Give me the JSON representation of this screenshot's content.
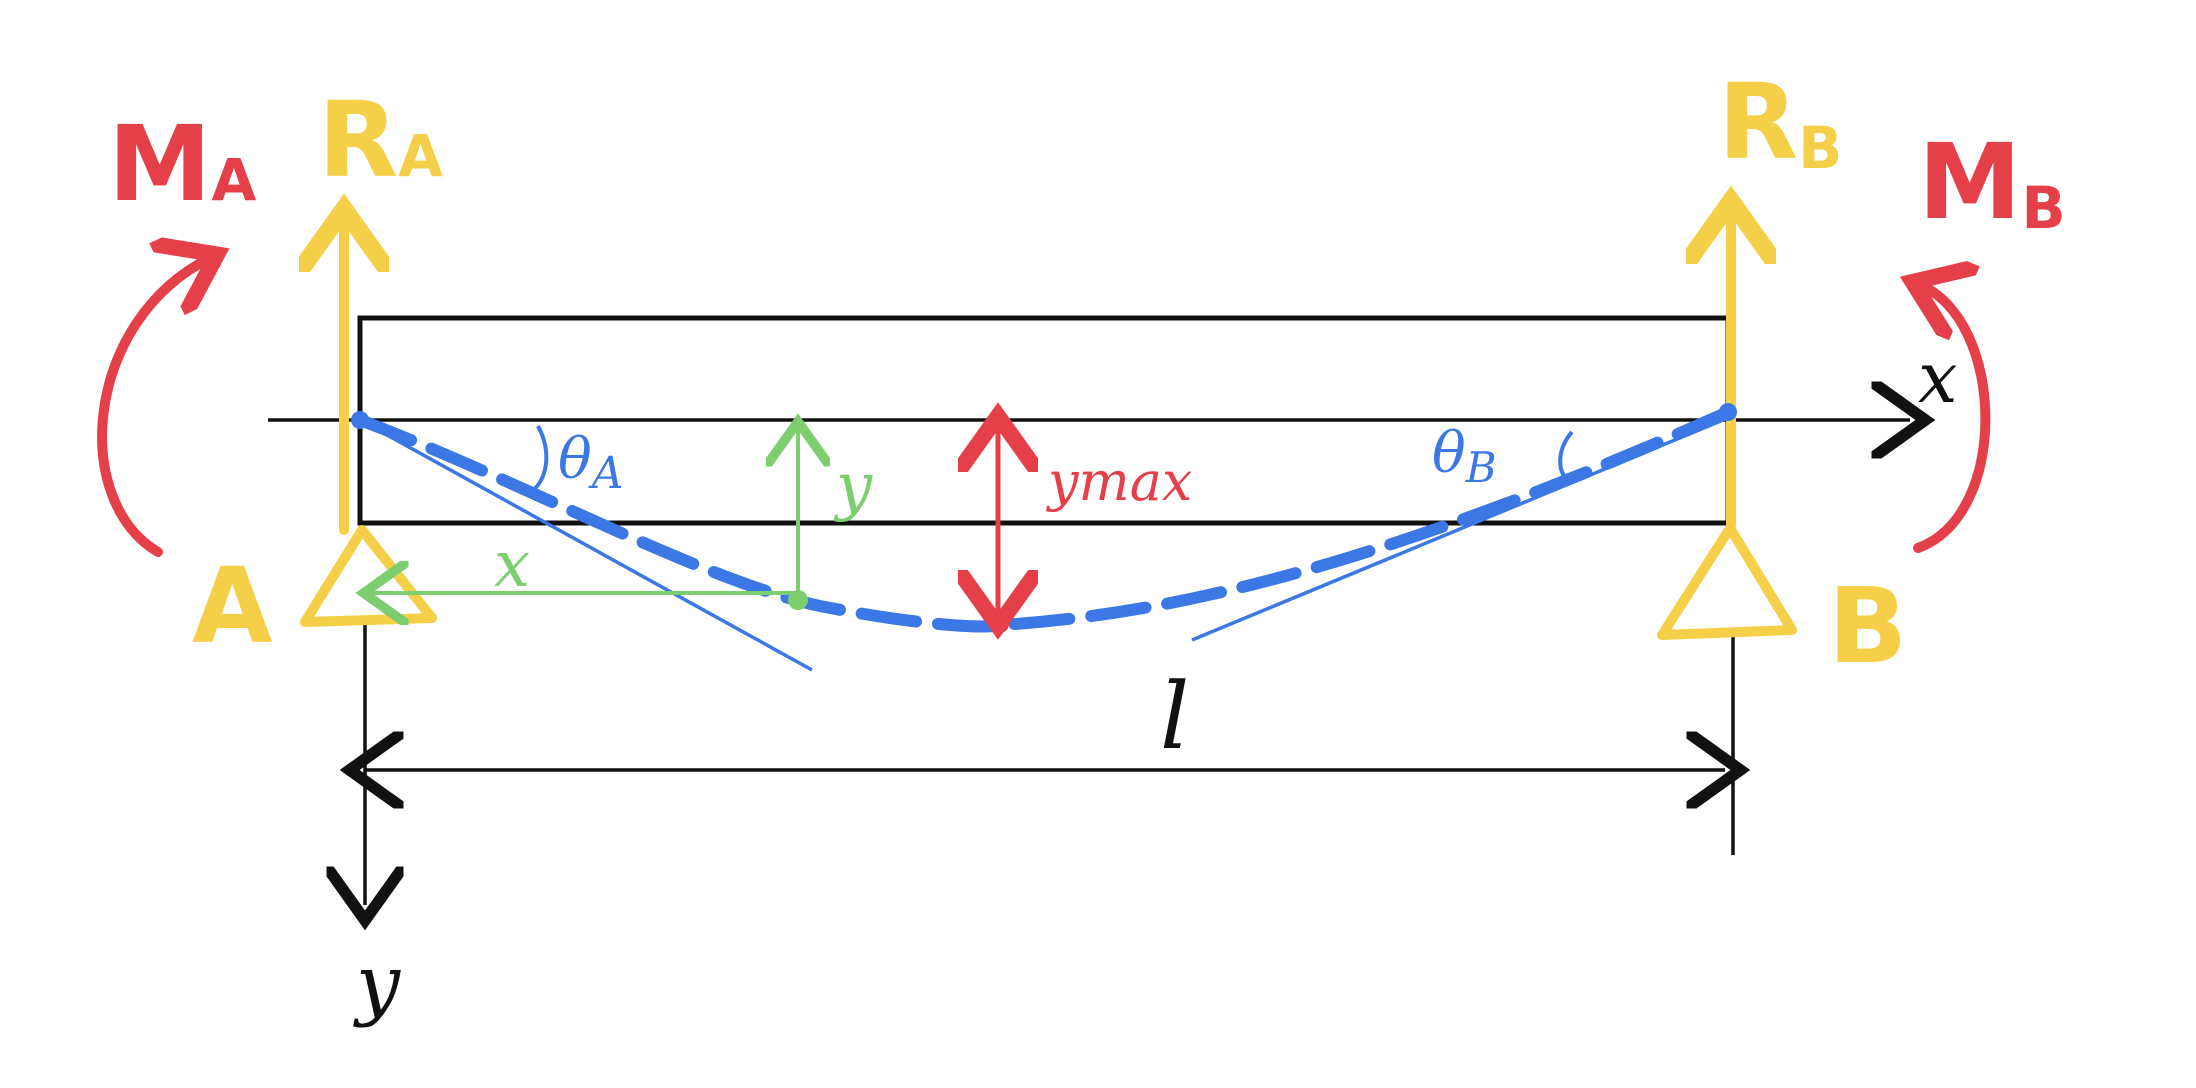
{
  "colors": {
    "black": "#111111",
    "yellow": "#f4cf47",
    "red": "#e5404a",
    "blue": "#3b78e6",
    "green": "#7dce6f"
  },
  "labels": {
    "moment_a_main": "M",
    "moment_a_sub": "A",
    "reaction_a_main": "R",
    "reaction_a_sub": "A",
    "reaction_b_main": "R",
    "reaction_b_sub": "B",
    "moment_b_main": "M",
    "moment_b_sub": "B",
    "support_a": "A",
    "support_b": "B",
    "axis_x": "x",
    "axis_y": "y",
    "theta_a_main": "θ",
    "theta_a_sub": "A",
    "theta_b_main": "θ",
    "theta_b_sub": "B",
    "deflection_y": "y",
    "position_x": "x",
    "y_max": "ymax",
    "span_length": "l"
  }
}
